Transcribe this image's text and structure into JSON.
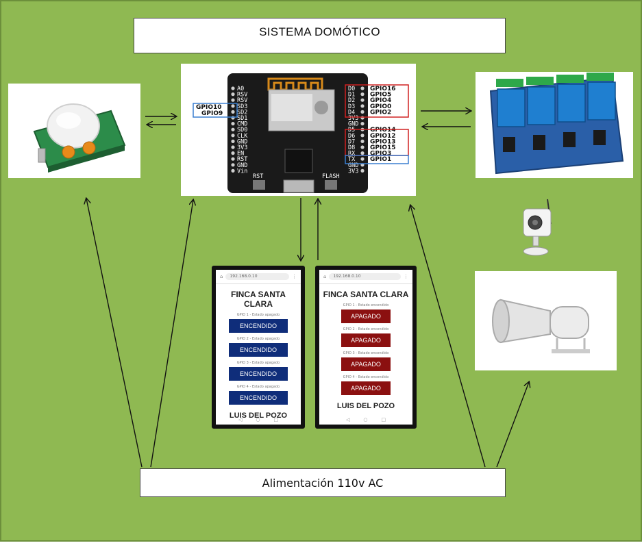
{
  "diagram": {
    "title": "SISTEMA DOMÓTICO",
    "power_label": "Alimentación 110v AC"
  },
  "mcu": {
    "left_pins": [
      "A0",
      "RSV",
      "RSV",
      "SD3",
      "SD2",
      "SD1",
      "CMD",
      "SD0",
      "CLK",
      "GND",
      "3V3",
      "EN",
      "RST",
      "GND",
      "Vin"
    ],
    "right_pins": [
      "D0",
      "D1",
      "D2",
      "D3",
      "D4",
      "3V3",
      "GND",
      "D5",
      "D6",
      "D7",
      "D8",
      "RX",
      "TX",
      "GND",
      "3V3"
    ],
    "left_gpio": [
      "GPIO10",
      "GPIO9"
    ],
    "right_gpio": [
      "GPIO16",
      "GPIO5",
      "GPIO4",
      "GPIO0",
      "GPIO2",
      "",
      "",
      "GPIO14",
      "GPIO12",
      "GPIO13",
      "GPIO15",
      "GPIO3",
      "GPIO1"
    ],
    "rst_label": "RST",
    "flash_label": "FLASH"
  },
  "phones": [
    {
      "url": "192.168.0.10",
      "heading": "FINCA SANTA CLARA",
      "buttons": [
        {
          "gpio": "GPIO 1 - Estado apagado",
          "label": "ENCENDIDO"
        },
        {
          "gpio": "GPIO 2 - Estado apagado",
          "label": "ENCENDIDO"
        },
        {
          "gpio": "GPIO 3 - Estado apagado",
          "label": "ENCENDIDO"
        },
        {
          "gpio": "GPIO 4 - Estado apagado",
          "label": "ENCENDIDO"
        }
      ],
      "footer": "LUIS DEL POZO"
    },
    {
      "url": "192.168.0.10",
      "heading": "FINCA SANTA CLARA",
      "buttons": [
        {
          "gpio": "GPIO 1 - Estado encendido",
          "label": "APAGADO"
        },
        {
          "gpio": "GPIO 2 - Estado encendido",
          "label": "APAGADO"
        },
        {
          "gpio": "GPIO 3 - Estado encendido",
          "label": "APAGADO"
        },
        {
          "gpio": "GPIO 4 - Estado encendido",
          "label": "APAGADO"
        }
      ],
      "footer": "LUIS DEL POZO"
    }
  ],
  "colors": {
    "background": "#8fb952",
    "on_button": "#0f2d7a",
    "off_button": "#8b1010",
    "board": "#1a1a1a"
  }
}
